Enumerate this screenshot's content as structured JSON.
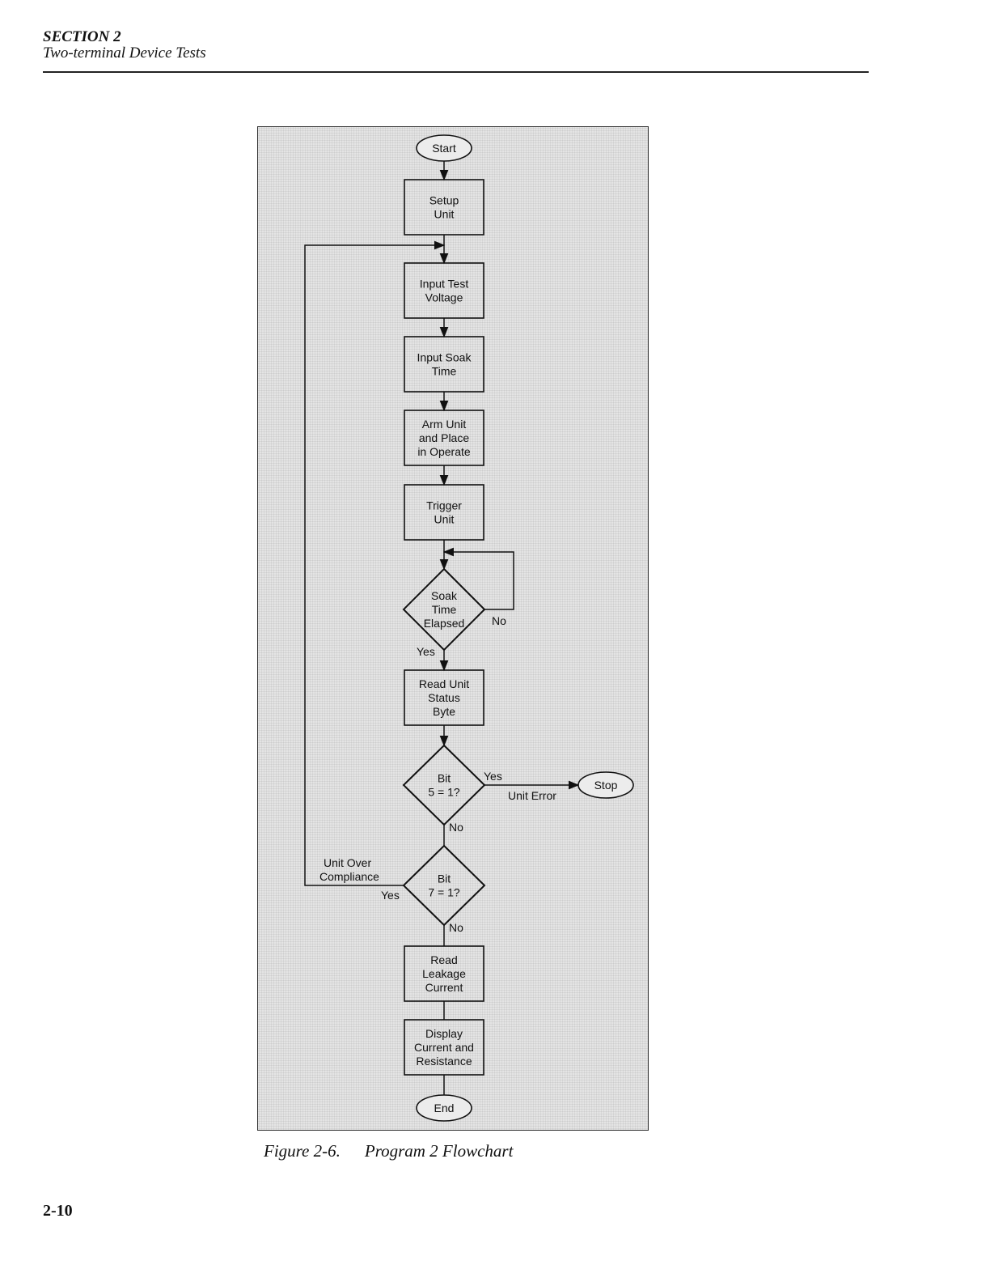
{
  "header": {
    "section": "SECTION 2",
    "subtitle": "Two-terminal Device Tests"
  },
  "figure": {
    "caption_number": "Figure 2-6.",
    "caption_title": "Program 2 Flowchart"
  },
  "flowchart": {
    "nodes": {
      "start": {
        "shape": "terminal",
        "lines": [
          "Start"
        ]
      },
      "setup": {
        "shape": "process",
        "lines": [
          "Setup",
          "Unit"
        ]
      },
      "input_voltage": {
        "shape": "process",
        "lines": [
          "Input Test",
          "Voltage"
        ]
      },
      "input_soak": {
        "shape": "process",
        "lines": [
          "Input Soak",
          "Time"
        ]
      },
      "arm": {
        "shape": "process",
        "lines": [
          "Arm Unit",
          "and Place",
          "in Operate"
        ]
      },
      "trigger": {
        "shape": "process",
        "lines": [
          "Trigger",
          "Unit"
        ]
      },
      "soak_decision": {
        "shape": "decision",
        "lines": [
          "Soak",
          "Time",
          "Elapsed"
        ]
      },
      "read_status": {
        "shape": "process",
        "lines": [
          "Read Unit",
          "Status",
          "Byte"
        ]
      },
      "bit5": {
        "shape": "decision",
        "lines": [
          "Bit",
          "5 = 1?"
        ]
      },
      "stop": {
        "shape": "terminal",
        "lines": [
          "Stop"
        ]
      },
      "bit7": {
        "shape": "decision",
        "lines": [
          "Bit",
          "7 = 1?"
        ]
      },
      "read_leakage": {
        "shape": "process",
        "lines": [
          "Read",
          "Leakage",
          "Current"
        ]
      },
      "display": {
        "shape": "process",
        "lines": [
          "Display",
          "Current and",
          "Resistance"
        ]
      },
      "end": {
        "shape": "terminal",
        "lines": [
          "End"
        ]
      }
    },
    "edge_labels": {
      "soak_no": "No",
      "soak_yes": "Yes",
      "bit5_yes": "Yes",
      "unit_error": "Unit Error",
      "bit5_no": "No",
      "over_compliance": [
        "Unit Over",
        "Compliance"
      ],
      "bit7_yes": "Yes",
      "bit7_no": "No"
    }
  },
  "page_number": "2-10"
}
